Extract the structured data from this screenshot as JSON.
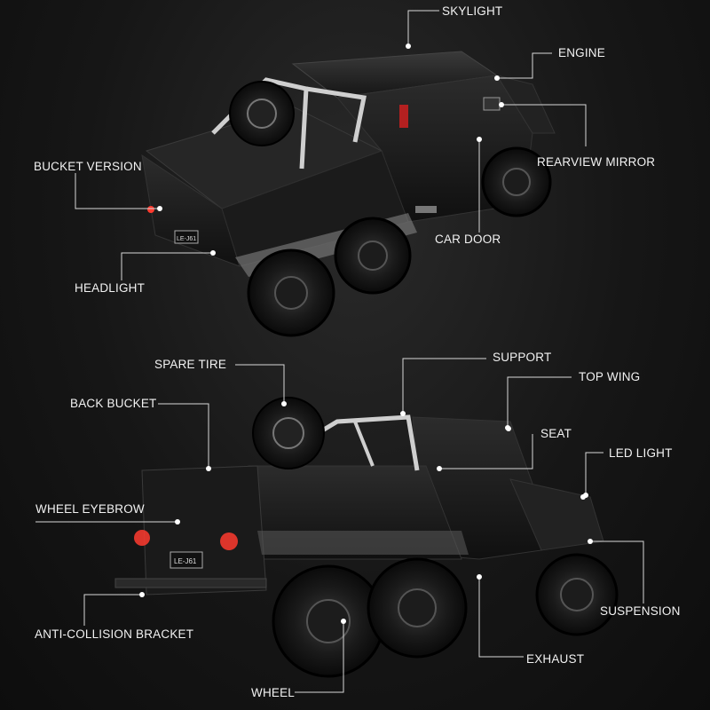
{
  "top_labels": {
    "skylight": "SKYLIGHT",
    "engine": "ENGINE",
    "bucket_version": "BUCKET VERSION",
    "rearview_mirror": "REARVIEW MIRROR",
    "car_door": "CAR DOOR",
    "headlight": "HEADLIGHT"
  },
  "bottom_labels": {
    "spare_tire": "SPARE TIRE",
    "support": "SUPPORT",
    "back_bucket": "BACK BUCKET",
    "top_wing": "TOP WING",
    "seat": "SEAT",
    "led_light": "LED LIGHT",
    "wheel_eyebrow": "WHEEL EYEBROW",
    "suspension": "SUSPENSION",
    "anti_collision_bracket": "ANTI-COLLISION BRACKET",
    "exhaust": "EXHAUST",
    "wheel": "WHEEL"
  },
  "plates": {
    "top": "LE-J61",
    "bottom": "LE-J61"
  },
  "colors": {
    "background": "#161616",
    "body": "#1e1e1e",
    "tire": "#111111",
    "frame": "#bdbdbd",
    "taillight": "#ff3b2f",
    "label": "#f2f2f2"
  }
}
